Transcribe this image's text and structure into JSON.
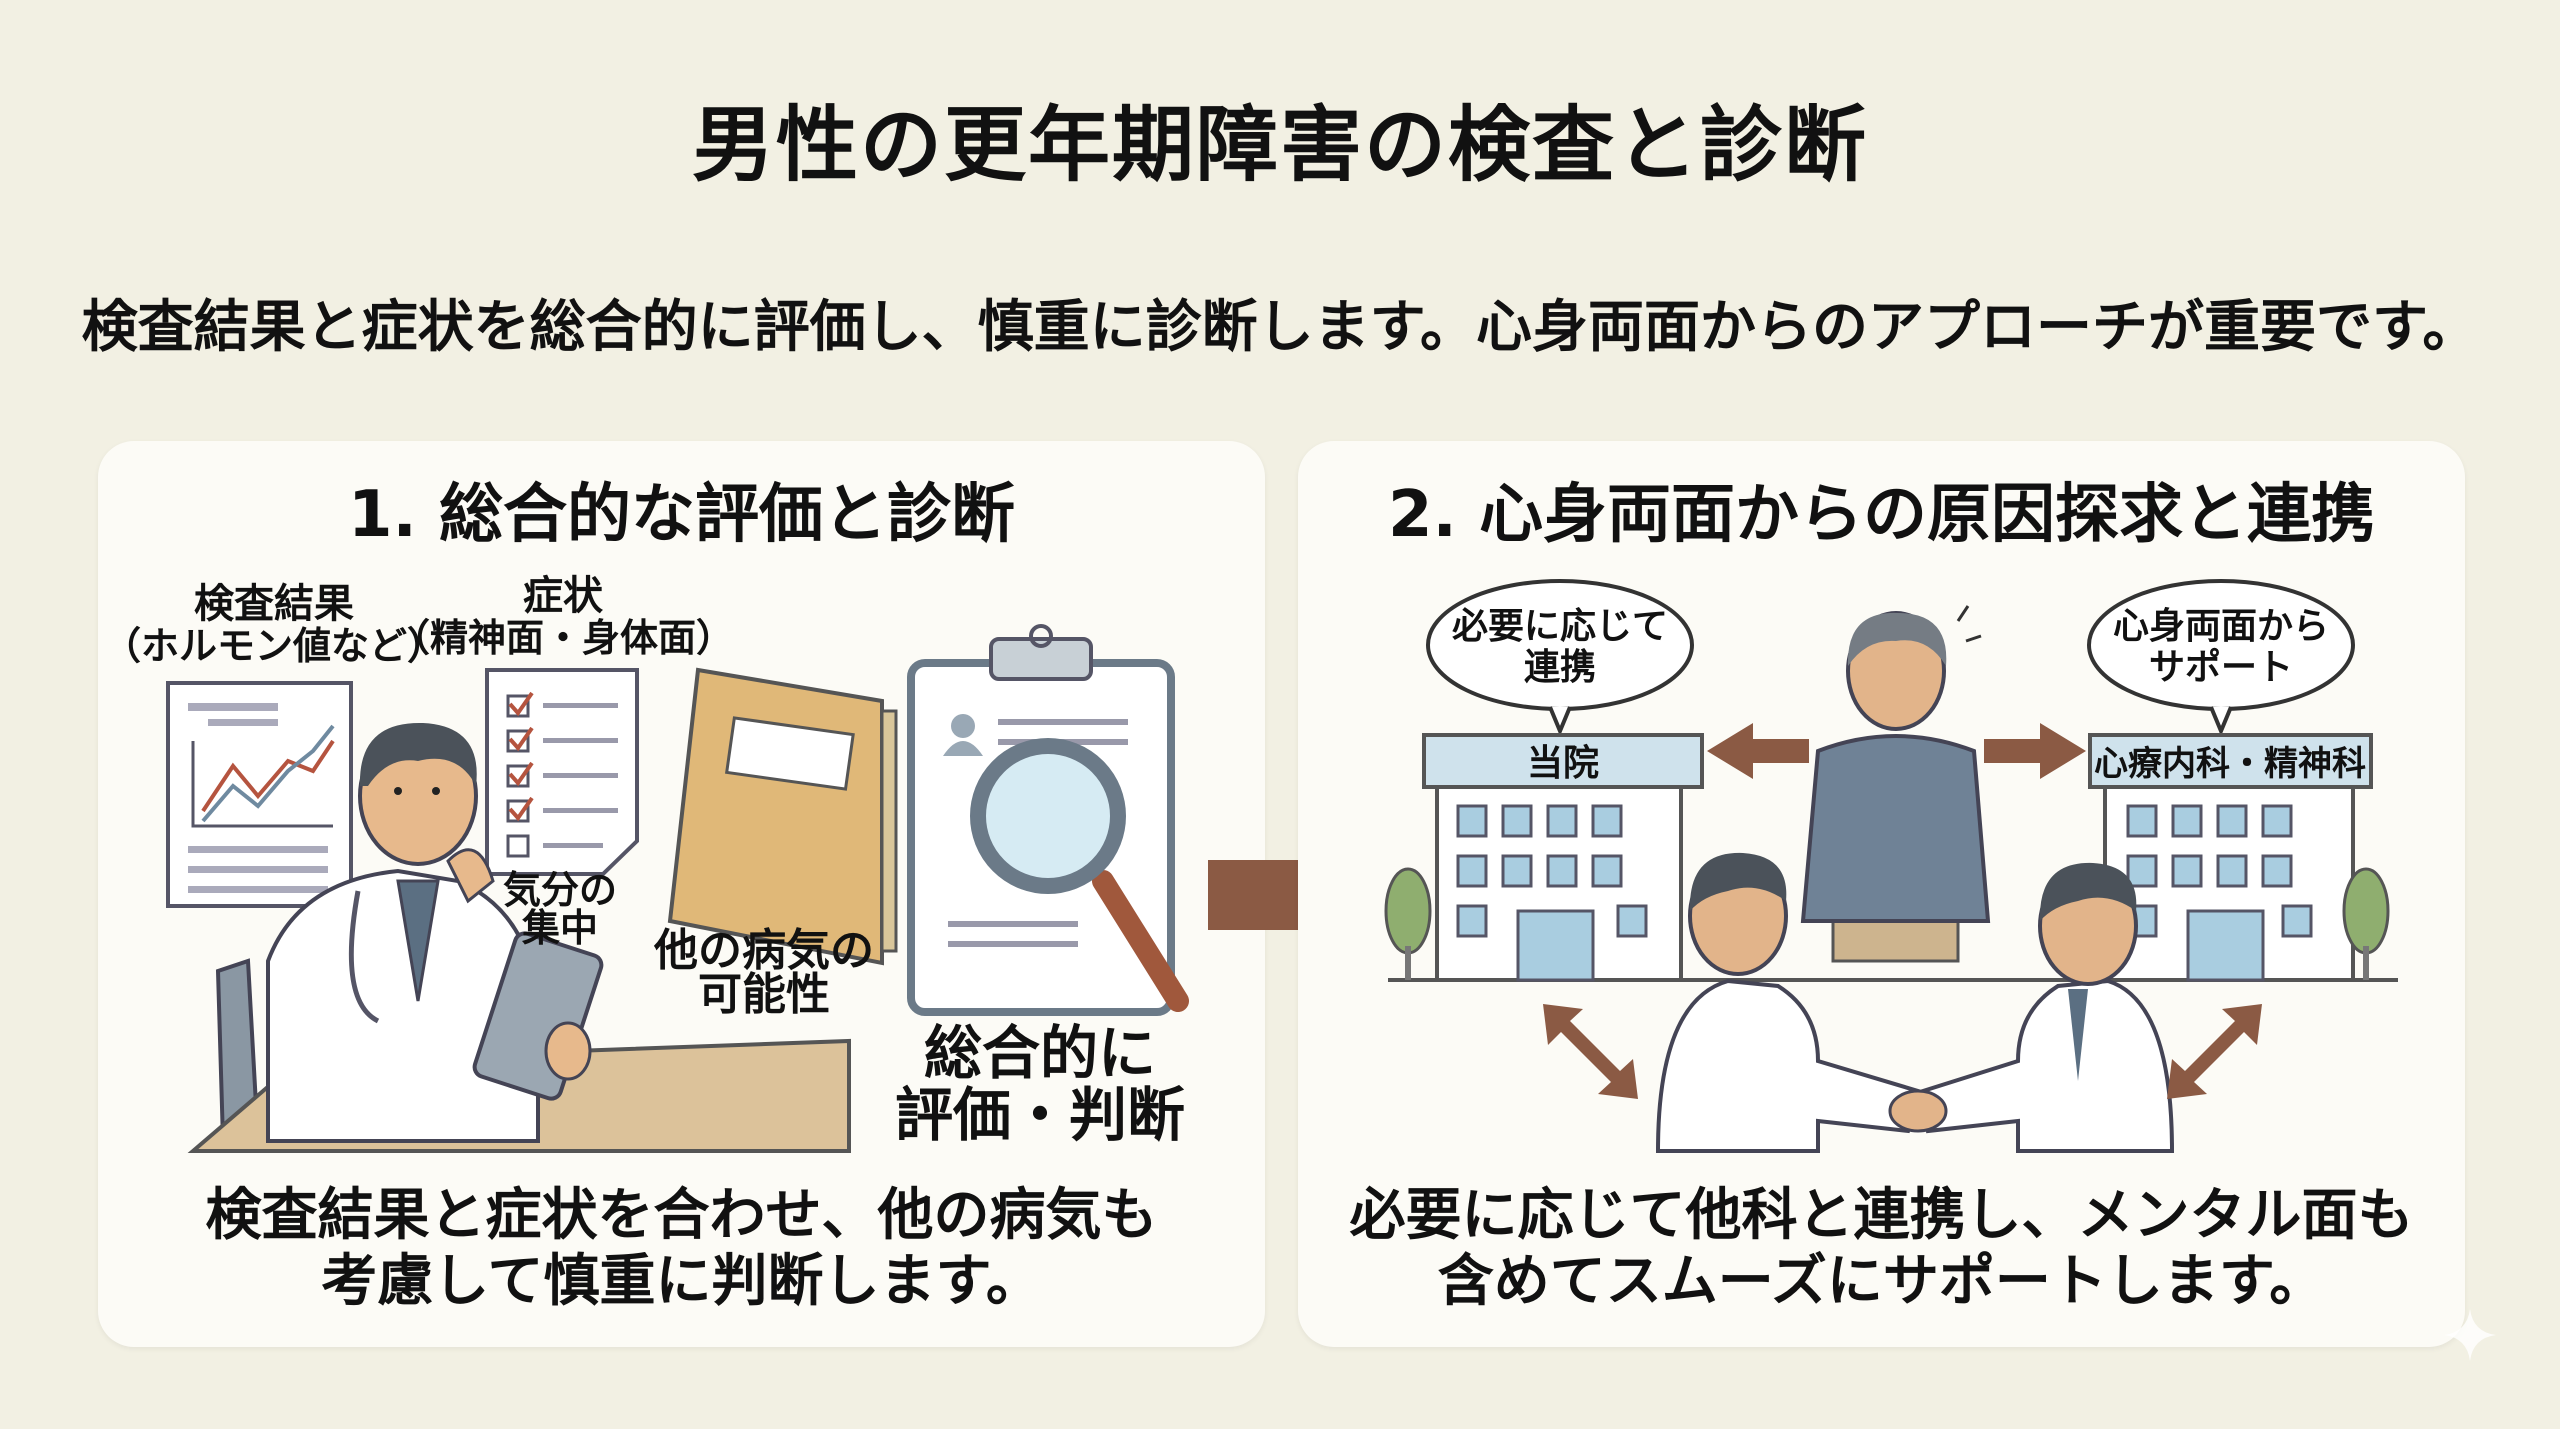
{
  "title": "男性の更年期障害の検査と診断",
  "subtitle": "検査結果と症状を総合的に評価し、慎重に診断します。心身両面からのアプローチが重要です。",
  "panels": [
    {
      "heading": "1. 総合的な評価と診断",
      "labels": {
        "test_results": [
          "検査結果",
          "（ホルモン値など）"
        ],
        "symptoms": [
          "症状",
          "（精神面・身体面）"
        ],
        "mood": [
          "気分の",
          "集中"
        ],
        "other_disease": [
          "他の病気の",
          "可能性"
        ],
        "overall": [
          "総合的に",
          "評価・判断"
        ]
      },
      "caption": [
        "検査結果と症状を合わせ、他の病気も",
        "考慮して慎重に判断します。"
      ]
    },
    {
      "heading": "2. 心身両面からの原因探求と連携",
      "labels": {
        "bubble_left": [
          "必要に応じて",
          "連携"
        ],
        "bubble_right": [
          "心身両面から",
          "サポート"
        ],
        "sign_left": "当院",
        "sign_right": "心療内科・精神科"
      },
      "caption": [
        "必要に応じて他科と連携し、メンタル面も",
        "含めてスムーズにサポートします。"
      ]
    }
  ],
  "colors": {
    "background": "#f2f0e3",
    "panel": "#fcfbf6",
    "arrow": "#8b5a44",
    "building": "#cfe2ec",
    "folder": "#e0b878"
  }
}
